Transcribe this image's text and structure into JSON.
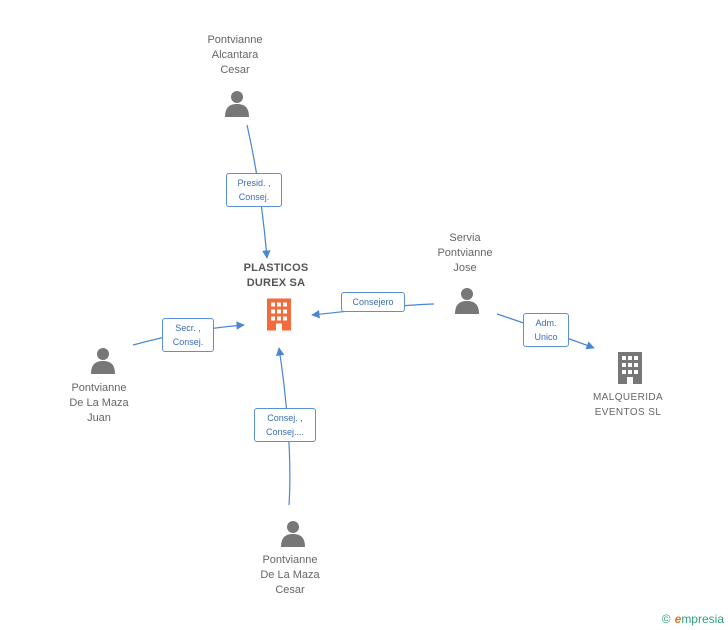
{
  "nodes": {
    "main": {
      "label": "PLASTICOS\nDUREX SA",
      "color": "#f26b3a",
      "icon": "building-icon"
    },
    "alcantara": {
      "label": "Pontvianne\nAlcantara\nCesar",
      "icon": "person-icon"
    },
    "servia": {
      "label": "Servia\nPontvianne\nJose",
      "icon": "person-icon"
    },
    "juan": {
      "label": "Pontvianne\nDe La Maza\nJuan",
      "icon": "person-icon"
    },
    "cesar": {
      "label": "Pontvianne\nDe La Maza\nCesar",
      "icon": "person-icon"
    },
    "malquerida": {
      "label": "MALQUERIDA\nEVENTOS  SL",
      "color": "#777777",
      "icon": "building-icon"
    }
  },
  "edges": {
    "alcantara_main": "Presid. ,\nConsej.",
    "servia_main": "Consejero",
    "juan_main": "Secr. ,\nConsej.",
    "cesar_main": "Consej. ,\nConsej....",
    "servia_malquerida": "Adm.\nUnico"
  },
  "colors": {
    "edge": "#4a86d4",
    "person": "#777777"
  },
  "brand": {
    "copyright": "©",
    "name_initial": "e",
    "name_rest": "mpresia"
  }
}
